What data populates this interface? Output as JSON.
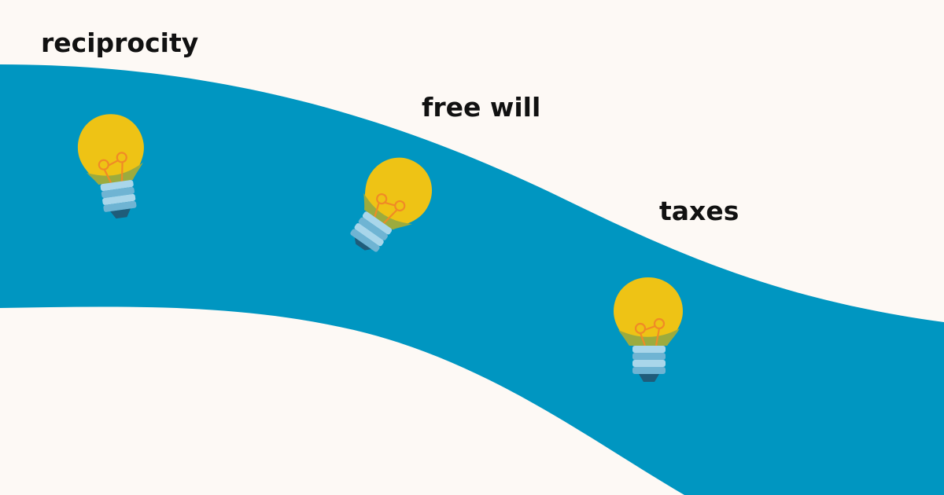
{
  "colors": {
    "background": "#fdf9f5",
    "river": "#0096c1",
    "bulb_glass": "#eec315",
    "bulb_lower": "#9cab3e",
    "filament": "#f08a26",
    "base": "#a9d6ea",
    "base_dark": "#6fb4d3",
    "tip": "#1f5c7a",
    "text": "#111111"
  },
  "labels": [
    {
      "text": "reciprocity"
    },
    {
      "text": "free will"
    },
    {
      "text": "taxes"
    }
  ],
  "icons": [
    "lightbulb-icon",
    "lightbulb-icon",
    "lightbulb-icon"
  ]
}
